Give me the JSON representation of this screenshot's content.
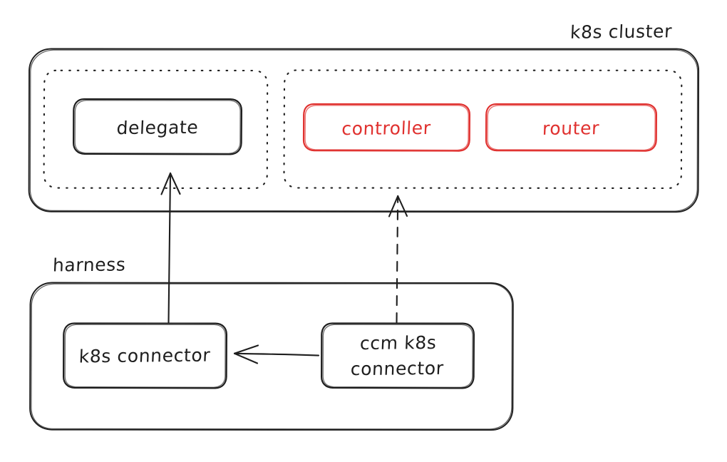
{
  "diagram": {
    "type": "architecture-block-diagram",
    "style": "hand-drawn-sketch",
    "background_color": "#ffffff",
    "stroke_color": "#1e1e1e",
    "accent_color": "#e0312f"
  },
  "clusters": {
    "k8s_cluster": {
      "label": "k8s cluster",
      "label_position": "top-right-outside",
      "border_style": "solid",
      "color": "#1e1e1e",
      "groups": [
        {
          "name": "left-namespace",
          "border_style": "dotted",
          "nodes": [
            {
              "label": "delegate",
              "color": "#1e1e1e"
            }
          ]
        },
        {
          "name": "right-namespace",
          "border_style": "dotted",
          "nodes": [
            {
              "label": "controller",
              "color": "#e0312f"
            },
            {
              "label": "router",
              "color": "#e0312f"
            }
          ]
        }
      ]
    },
    "harness": {
      "label": "harness",
      "label_position": "top-left-outside",
      "border_style": "solid",
      "color": "#1e1e1e",
      "nodes": [
        {
          "label": "k8s connector",
          "color": "#1e1e1e",
          "lines": [
            "k8s connector"
          ]
        },
        {
          "label": "ccm k8s connector",
          "color": "#1e1e1e",
          "lines": [
            "ccm k8s",
            "connector"
          ]
        }
      ]
    }
  },
  "connections": [
    {
      "name": "k8s-connector-to-delegate",
      "from": "k8s connector",
      "to": "delegate",
      "line_style": "solid",
      "arrow": "single",
      "direction": "up",
      "color": "#1e1e1e"
    },
    {
      "name": "ccm-connector-to-controller",
      "from": "ccm k8s connector",
      "to": "controller",
      "line_style": "dashed",
      "arrow": "single",
      "direction": "up",
      "color": "#1e1e1e"
    },
    {
      "name": "ccm-connector-to-k8s-connector",
      "from": "ccm k8s connector",
      "to": "k8s connector",
      "line_style": "solid",
      "arrow": "single",
      "direction": "left",
      "color": "#1e1e1e"
    }
  ],
  "labels": {
    "k8s_cluster": "k8s cluster",
    "harness": "harness",
    "delegate": "delegate",
    "controller": "controller",
    "router": "router",
    "k8s_connector": "k8s connector",
    "ccm_k8s_connector_line1": "ccm k8s",
    "ccm_k8s_connector_line2": "connector"
  }
}
